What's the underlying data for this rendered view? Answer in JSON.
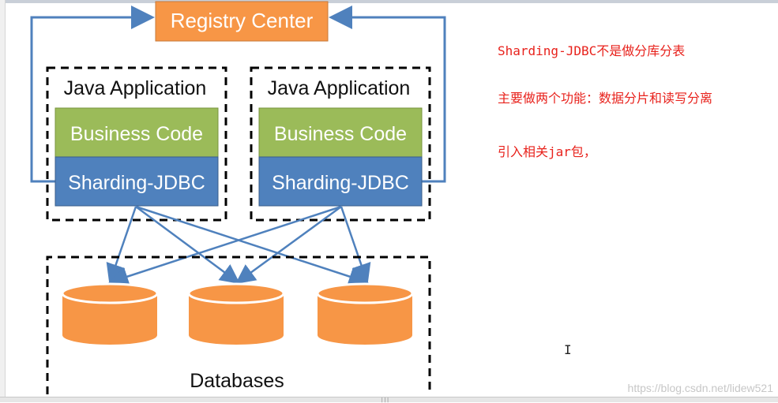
{
  "diagram": {
    "registry_center": "Registry Center",
    "apps": [
      {
        "title": "Java Application",
        "business_code": "Business Code",
        "sharding_jdbc": "Sharding-JDBC"
      },
      {
        "title": "Java Application",
        "business_code": "Business Code",
        "sharding_jdbc": "Sharding-JDBC"
      }
    ],
    "databases_label": "Databases"
  },
  "notes": [
    "Sharding-JDBC不是做分库分表",
    "主要做两个功能：数据分片和读写分离",
    "引入相关jar包，"
  ],
  "watermark": "https://blog.csdn.net/lidew521",
  "colors": {
    "registry_fill": "#f79646",
    "business_fill": "#9bbb59",
    "sharding_fill": "#4f81bd",
    "db_fill": "#f79646",
    "arrow": "#4f81bd",
    "note_text": "#e8221c"
  }
}
